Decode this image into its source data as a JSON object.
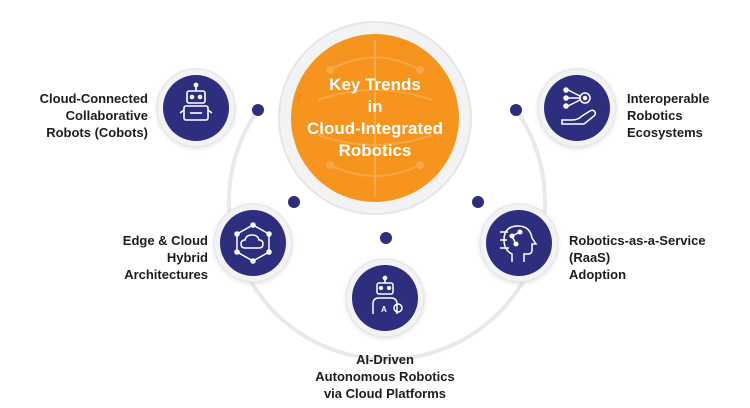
{
  "center": {
    "title_lines": [
      "Key Trends",
      "in",
      "Cloud-Integrated",
      "Robotics"
    ]
  },
  "trends": [
    {
      "lines": [
        "Cloud-Connected",
        "Collaborative",
        "Robots (Cobots)"
      ],
      "icon": "robot-icon"
    },
    {
      "lines": [
        "Interoperable",
        "Robotics",
        "Ecosystems"
      ],
      "icon": "hand-gears-network-icon"
    },
    {
      "lines": [
        "Edge & Cloud",
        "Hybrid",
        "Architectures"
      ],
      "icon": "cloud-network-icon"
    },
    {
      "lines": [
        "Robotics-as-a-Service",
        "(RaaS)",
        "Adoption"
      ],
      "icon": "robot-head-circuit-icon"
    },
    {
      "lines": [
        "AI-Driven",
        "Autonomous Robotics",
        "via Cloud Platforms"
      ],
      "icon": "ai-robot-icon"
    }
  ],
  "colors": {
    "center_fill": "#F7941D",
    "node_fill": "#2E2E7E",
    "ring": "#E9E9EC",
    "icon_stroke": "#FFFFFF"
  }
}
